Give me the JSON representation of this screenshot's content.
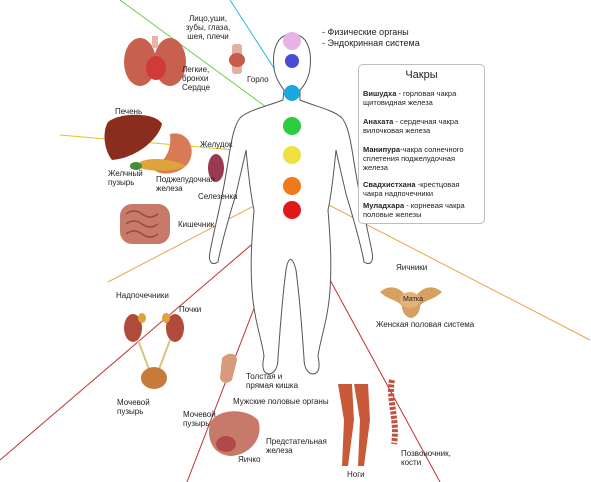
{
  "legend": {
    "physical": "- Физические органы",
    "endocrine": "- Эндокринная система"
  },
  "chakras": {
    "title": "Чакры",
    "items": [
      {
        "name": "Вишудха",
        "desc": " - горловая чакра щитовидная железа"
      },
      {
        "name": "Анахата",
        "desc": " - сердечная чакра вилочковая железа"
      },
      {
        "name": "Манипура",
        "desc": "-чакра солнечного сплетения поджелудочная железа"
      },
      {
        "name": "Свадхистхана",
        "desc": " -крестцовая чакра надпочечники"
      },
      {
        "name": "Муладхара",
        "desc": " - корневая чакра половые железы"
      }
    ],
    "dots": [
      {
        "color": "#e6b3e6"
      },
      {
        "color": "#4b4bd8"
      },
      {
        "color": "#19a8e0"
      },
      {
        "color": "#2ecc40"
      },
      {
        "color": "#f0e040"
      },
      {
        "color": "#f07a1a"
      },
      {
        "color": "#e01818"
      }
    ]
  },
  "labels": {
    "face": "Лицо,уши, зубы, глаза, шея, плечи",
    "throat": "Горло",
    "lungs": "Легкие, бронхи Сердце",
    "liver": "Печень",
    "stomach": "Желудок",
    "gallbladder": "Желчный пузырь",
    "pancreas": "Поджелудочная железа",
    "spleen": "Селезенка",
    "intestine": "Кишечник",
    "adrenals": "Надпочечники",
    "kidneys": "Почки",
    "bladder": "Мочевой пузырь",
    "colon": "Толстая и прямая кишка",
    "male_organs": "Мужские половые органы",
    "male_bladder": "Мочевой пузырь",
    "prostate": "Предстательная железа",
    "testicle": "Яичко",
    "legs": "Ноги",
    "spine": "Позвоночник, кости",
    "ovaries": "Яичники",
    "uterus": "Матка",
    "female_system": "Женская половая система"
  }
}
